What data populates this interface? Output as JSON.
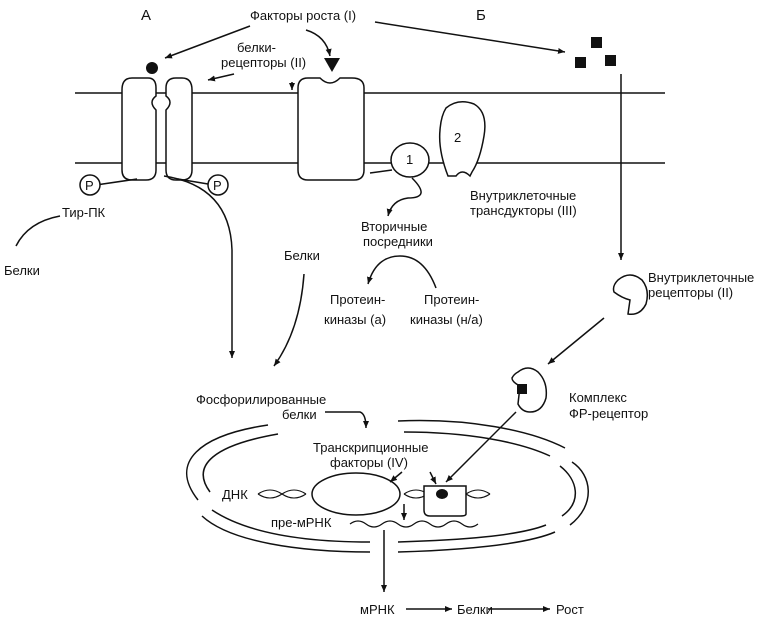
{
  "labels": {
    "panel_a": "А",
    "panel_b": "Б",
    "growth_factors": "Факторы роста (I)",
    "receptor_proteins_1": "белки-",
    "receptor_proteins_2": "рецепторы (II)",
    "tyr_pk": "Тир-ПК",
    "proteins_left": "Белки",
    "proteins_mid": "Белки",
    "intracellular_transducers_1": "Внутриклеточные",
    "intracellular_transducers_2": "трансдукторы (III)",
    "second_messengers_1": "Вторичные",
    "second_messengers_2": "посредники",
    "protein_kinases_a_1": "Протеин-",
    "protein_kinases_a_2": "киназы (а)",
    "protein_kinases_na_1": "Протеин-",
    "protein_kinases_na_2": "киназы (н/а)",
    "intracellular_receptors_1": "Внутриклеточные",
    "intracellular_receptors_2": "рецепторы (II)",
    "complex_1": "Комплекс",
    "complex_2": "ФР-рецептор",
    "phosphorylated_1": "Фосфорилированные",
    "phosphorylated_2": "белки",
    "transcription_factors_1": "Транскрипционные",
    "transcription_factors_2": "факторы (IV)",
    "dna": "ДНК",
    "pre_mrna": "пре-мРНК",
    "mrna": "мРНК",
    "proteins_bottom": "Белки",
    "growth": "Рост",
    "p_left": "P",
    "p_right": "P",
    "transducer_1": "1",
    "transducer_2": "2"
  },
  "colors": {
    "stroke": "#111111",
    "fill": "#ffffff",
    "text": "#111111"
  }
}
